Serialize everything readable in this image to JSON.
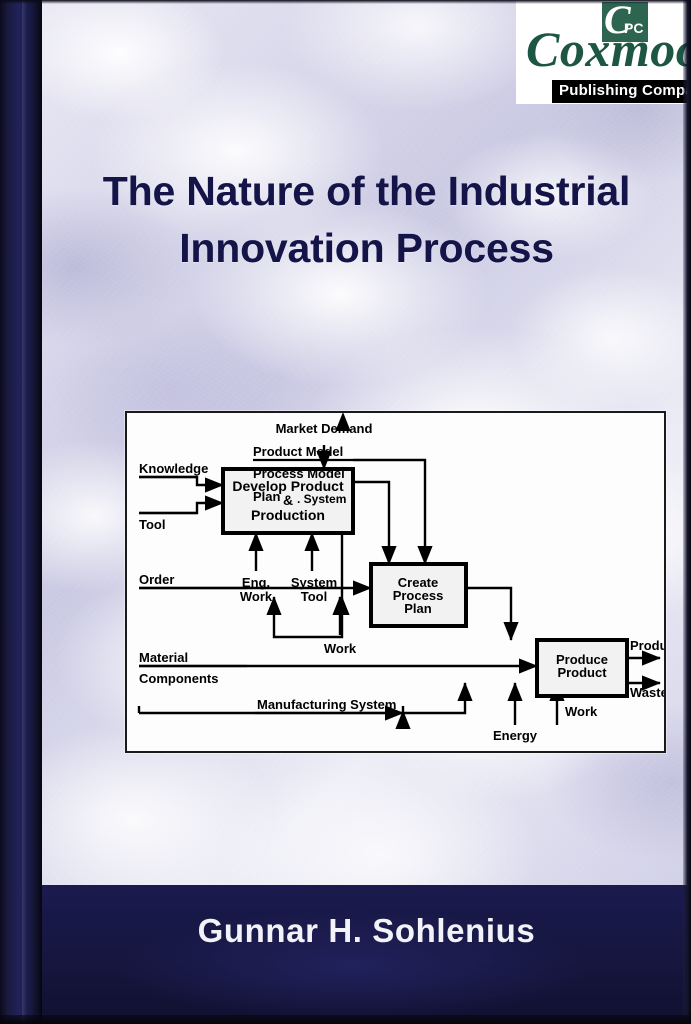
{
  "cover": {
    "title_line1": "The Nature of the Industrial",
    "title_line2": "Innovation Process",
    "author": "Gunnar H. Sohlenius",
    "colors": {
      "title_navy": "#141449",
      "band_navy": "#16163f",
      "spine_navy": "#21225a",
      "background_lavender": "#d3d2e8",
      "logo_green": "#1d5743"
    }
  },
  "publisher": {
    "name": "Coxmoor",
    "tagline": "Publishing Company",
    "mark_letter": "C",
    "mark_letters": "PC"
  },
  "diagram": {
    "boxes": [
      {
        "id": "develop",
        "label_lines": [
          "Develop Product",
          "&",
          "Production"
        ]
      },
      {
        "id": "create",
        "label_lines": [
          "Create",
          "Process",
          "Plan"
        ]
      },
      {
        "id": "produce",
        "label_lines": [
          "Produce",
          "Product"
        ]
      }
    ],
    "labels": {
      "market_demand": "Market Demand",
      "knowledge": "Knowledge",
      "tool": "Tool",
      "eng_work_1": "Eng.",
      "eng_work_2": "Work",
      "system_tool_1": "System",
      "system_tool_2": "Tool",
      "order": "Order",
      "material": "Material",
      "components": "Components",
      "product_model": "Product Model",
      "process_model": "Process Model",
      "plan": "Plan",
      "dot_system": ". System",
      "work_create": "Work",
      "manufacturing_system": "Manufacturing System",
      "energy": "Energy",
      "work_produce": "Work",
      "product_out": "Product",
      "waste_out": "Waste"
    }
  }
}
